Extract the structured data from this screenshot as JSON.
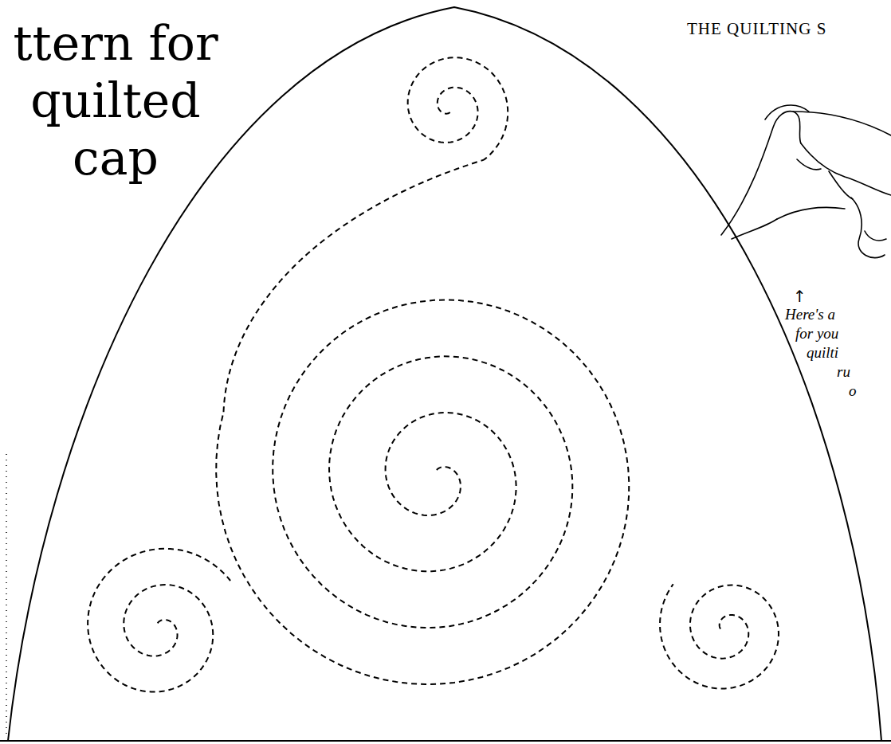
{
  "diagram": {
    "title": "ttern for quilted cap",
    "labels": [
      "THE QUILTING S",
      "↑",
      "Here's a",
      "for you",
      "quilti",
      "ru",
      "o"
    ]
  }
}
